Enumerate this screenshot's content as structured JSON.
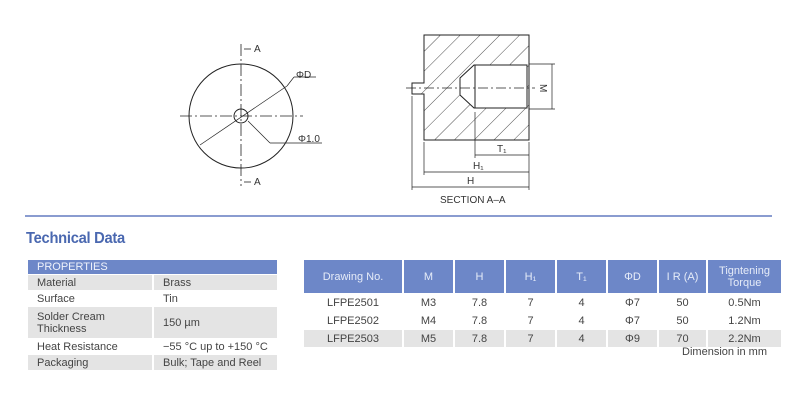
{
  "drawing": {
    "front_view": {
      "section_mark": "A",
      "diameter_label": "ΦD",
      "hole_label": "Φ1.0"
    },
    "section_view": {
      "labels": {
        "m": "M",
        "t1": "T₁",
        "h1": "H₁",
        "h": "H"
      },
      "caption": "SECTION A–A"
    }
  },
  "title": "Technical Data",
  "properties": {
    "header": "PROPERTIES",
    "rows": [
      {
        "name": "Material",
        "value": "Brass"
      },
      {
        "name": "Surface",
        "value": "Tin"
      },
      {
        "name": "Solder Cream Thickness",
        "value": "150 µm"
      },
      {
        "name": "Heat Resistance",
        "value": "−55 °C up to +150 °C"
      },
      {
        "name": "Packaging",
        "value": "Bulk; Tape and Reel"
      }
    ]
  },
  "spec_table": {
    "headers": [
      "Drawing No.",
      "M",
      "H",
      "H₁",
      "T₁",
      "ΦD",
      "I R (A)",
      "Tigntening Torque"
    ],
    "rows": [
      [
        "LFPE2501",
        "M3",
        "7.8",
        "7",
        "4",
        "Φ7",
        "50",
        "0.5Nm"
      ],
      [
        "LFPE2502",
        "M4",
        "7.8",
        "7",
        "4",
        "Φ7",
        "50",
        "1.2Nm"
      ],
      [
        "LFPE2503",
        "M5",
        "7.8",
        "7",
        "4",
        "Φ9",
        "70",
        "2.2Nm"
      ]
    ],
    "note": "Dimension in mm"
  },
  "colors": {
    "accent": "#6d87c8",
    "title": "#4a68b0",
    "shade": "#e4e4e4"
  }
}
